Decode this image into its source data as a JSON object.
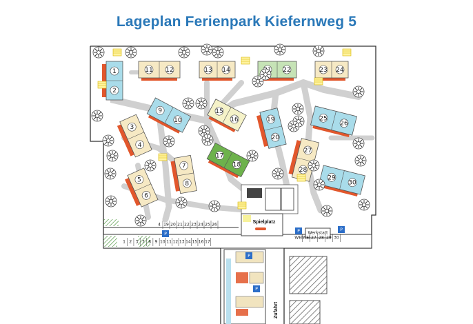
{
  "title": "Lageplan Ferienpark Kiefernweg  5",
  "houses": [
    "1",
    "2",
    "3",
    "4",
    "5",
    "6",
    "7",
    "8",
    "9",
    "10",
    "11",
    "12",
    "13",
    "14",
    "15",
    "16",
    "17",
    "18",
    "19",
    "20",
    "21",
    "22",
    "23",
    "24",
    "25",
    "26",
    "27",
    "28",
    "29",
    "30"
  ],
  "parking_top_row": [
    "4",
    "19",
    "20",
    "21",
    "22",
    "23",
    "24",
    "25",
    "26"
  ],
  "parking_bottom_row": [
    "1",
    "2",
    "3",
    "7",
    "8",
    "9",
    "10",
    "11",
    "12",
    "13",
    "14",
    "15",
    "16",
    "17"
  ],
  "parking_right_row": [
    "WEl",
    "WEl",
    "27",
    "28",
    "29",
    "30"
  ],
  "labels": {
    "playground": "Spielplatz",
    "workshop": "Werkstatt",
    "parking_sign": "P",
    "access_road": "Zufahrt"
  },
  "colors": {
    "title": "#2a78b8",
    "house_blue": "#a9dcea",
    "house_beige": "#f6e9c4",
    "house_cream": "#f5f2c8",
    "house_green": "#6db24c",
    "house_lightgreen": "#c6e3b6",
    "terrace_orange": "#e2572c",
    "path_grey": "#d0d0d0",
    "parking_sign_blue": "#2c6ec8",
    "hatch_grey": "#666666"
  },
  "icons": [
    "tree-icon",
    "parking-icon"
  ]
}
